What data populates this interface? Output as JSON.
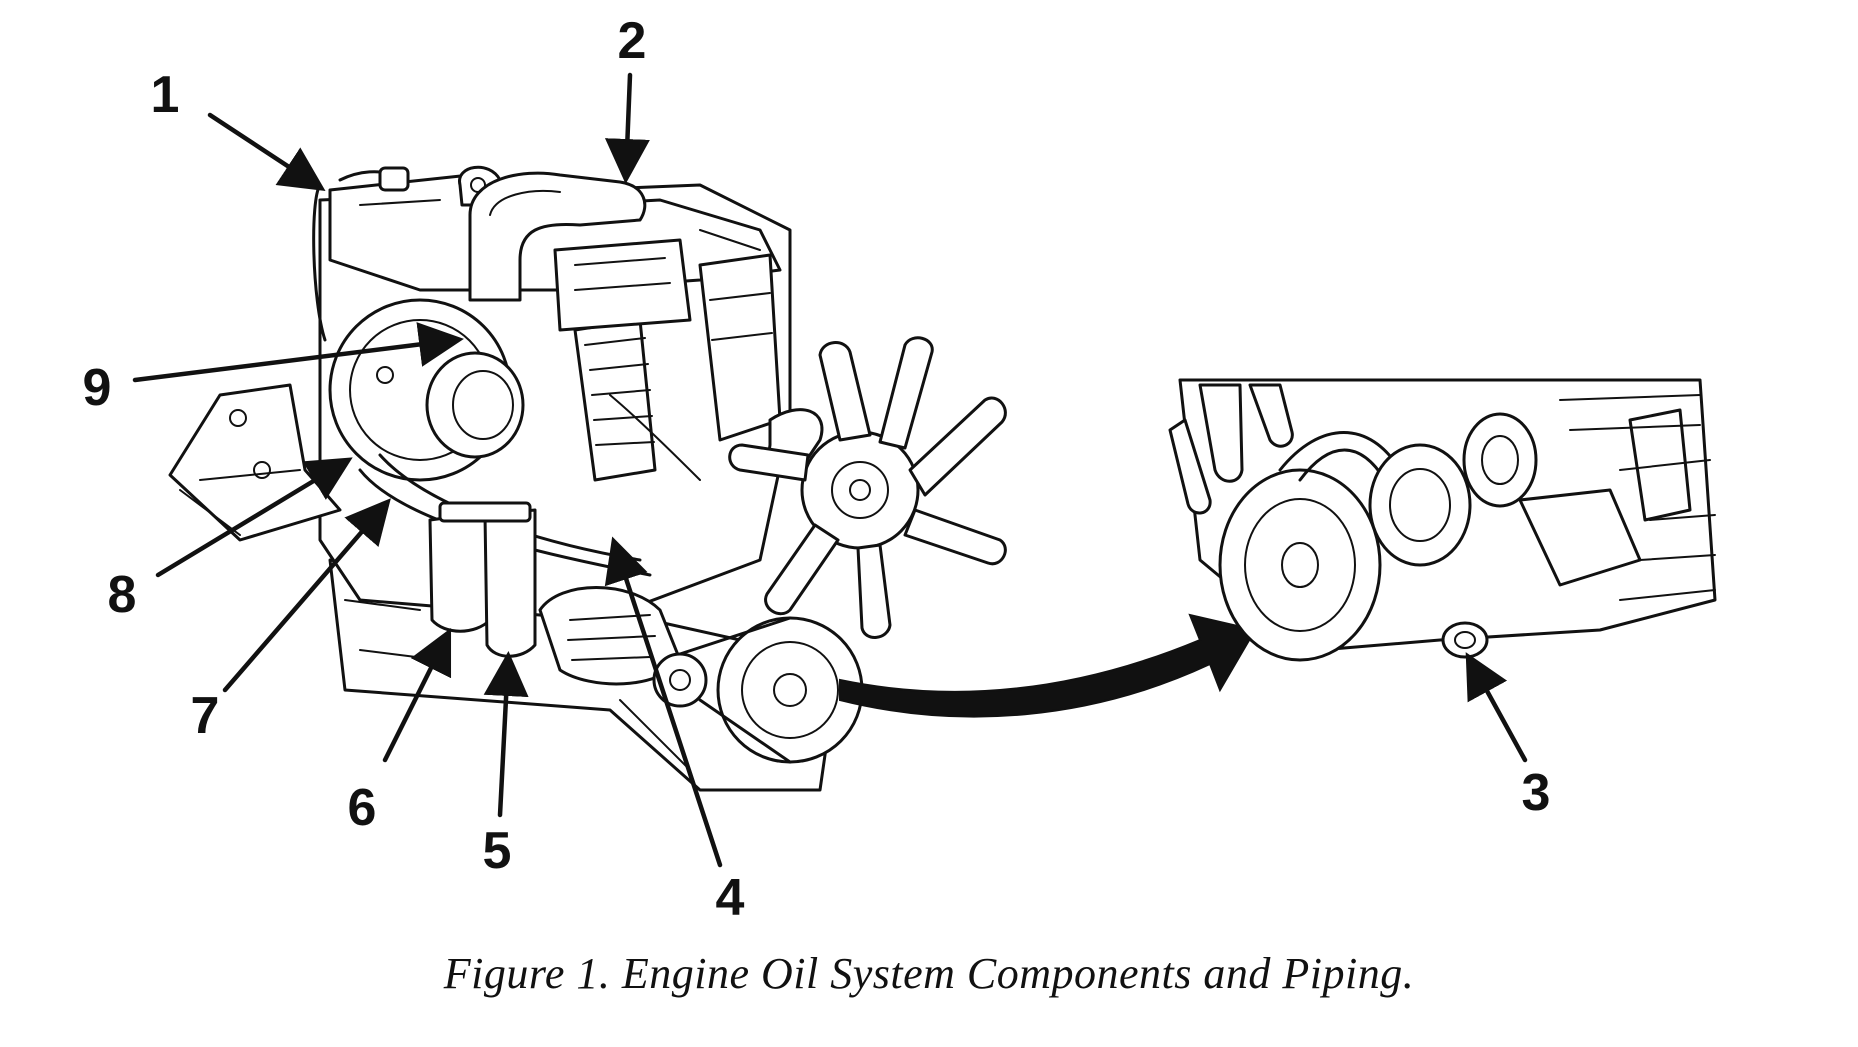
{
  "figure": {
    "caption": "Figure 1.  Engine Oil System Components and Piping.",
    "callouts": [
      "1",
      "2",
      "3",
      "4",
      "5",
      "6",
      "7",
      "8",
      "9"
    ],
    "ink_color": "#111111",
    "background": "#ffffff"
  }
}
